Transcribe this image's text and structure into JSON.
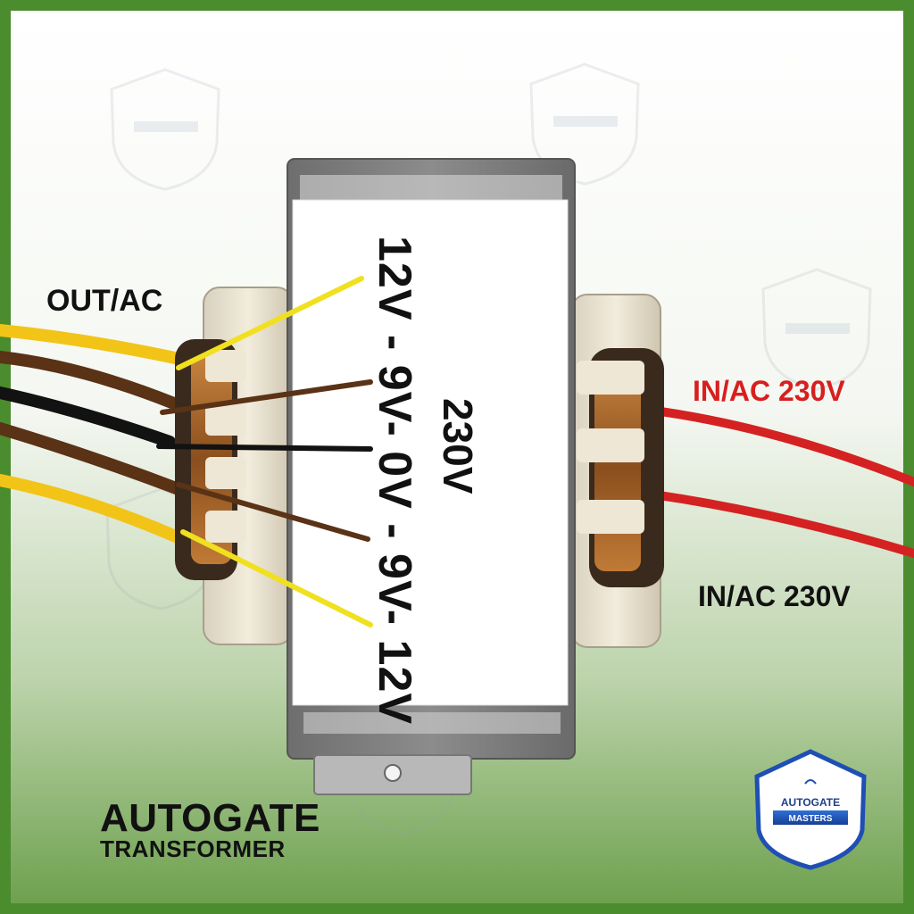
{
  "labels": {
    "output": "OUT/AC",
    "input_top": "IN/AC 230V",
    "input_bottom": "IN/AC 230V"
  },
  "nameplate": {
    "voltages": "12V - 9V- 0V - 9V- 12V",
    "input": "230V"
  },
  "product": {
    "title": "AUTOGATE",
    "subtitle": "TRANSFORMER"
  },
  "logo": {
    "line1": "AUTOGATE",
    "line2": "MASTERS"
  },
  "colors": {
    "frame_green": "#4a8c2e",
    "input_label_red": "#d81f1f",
    "wire_yellow": "#f2c418",
    "wire_brown": "#5a3216",
    "wire_black": "#121212",
    "wire_red": "#d42222",
    "logo_blue": "#1f4fb4"
  }
}
